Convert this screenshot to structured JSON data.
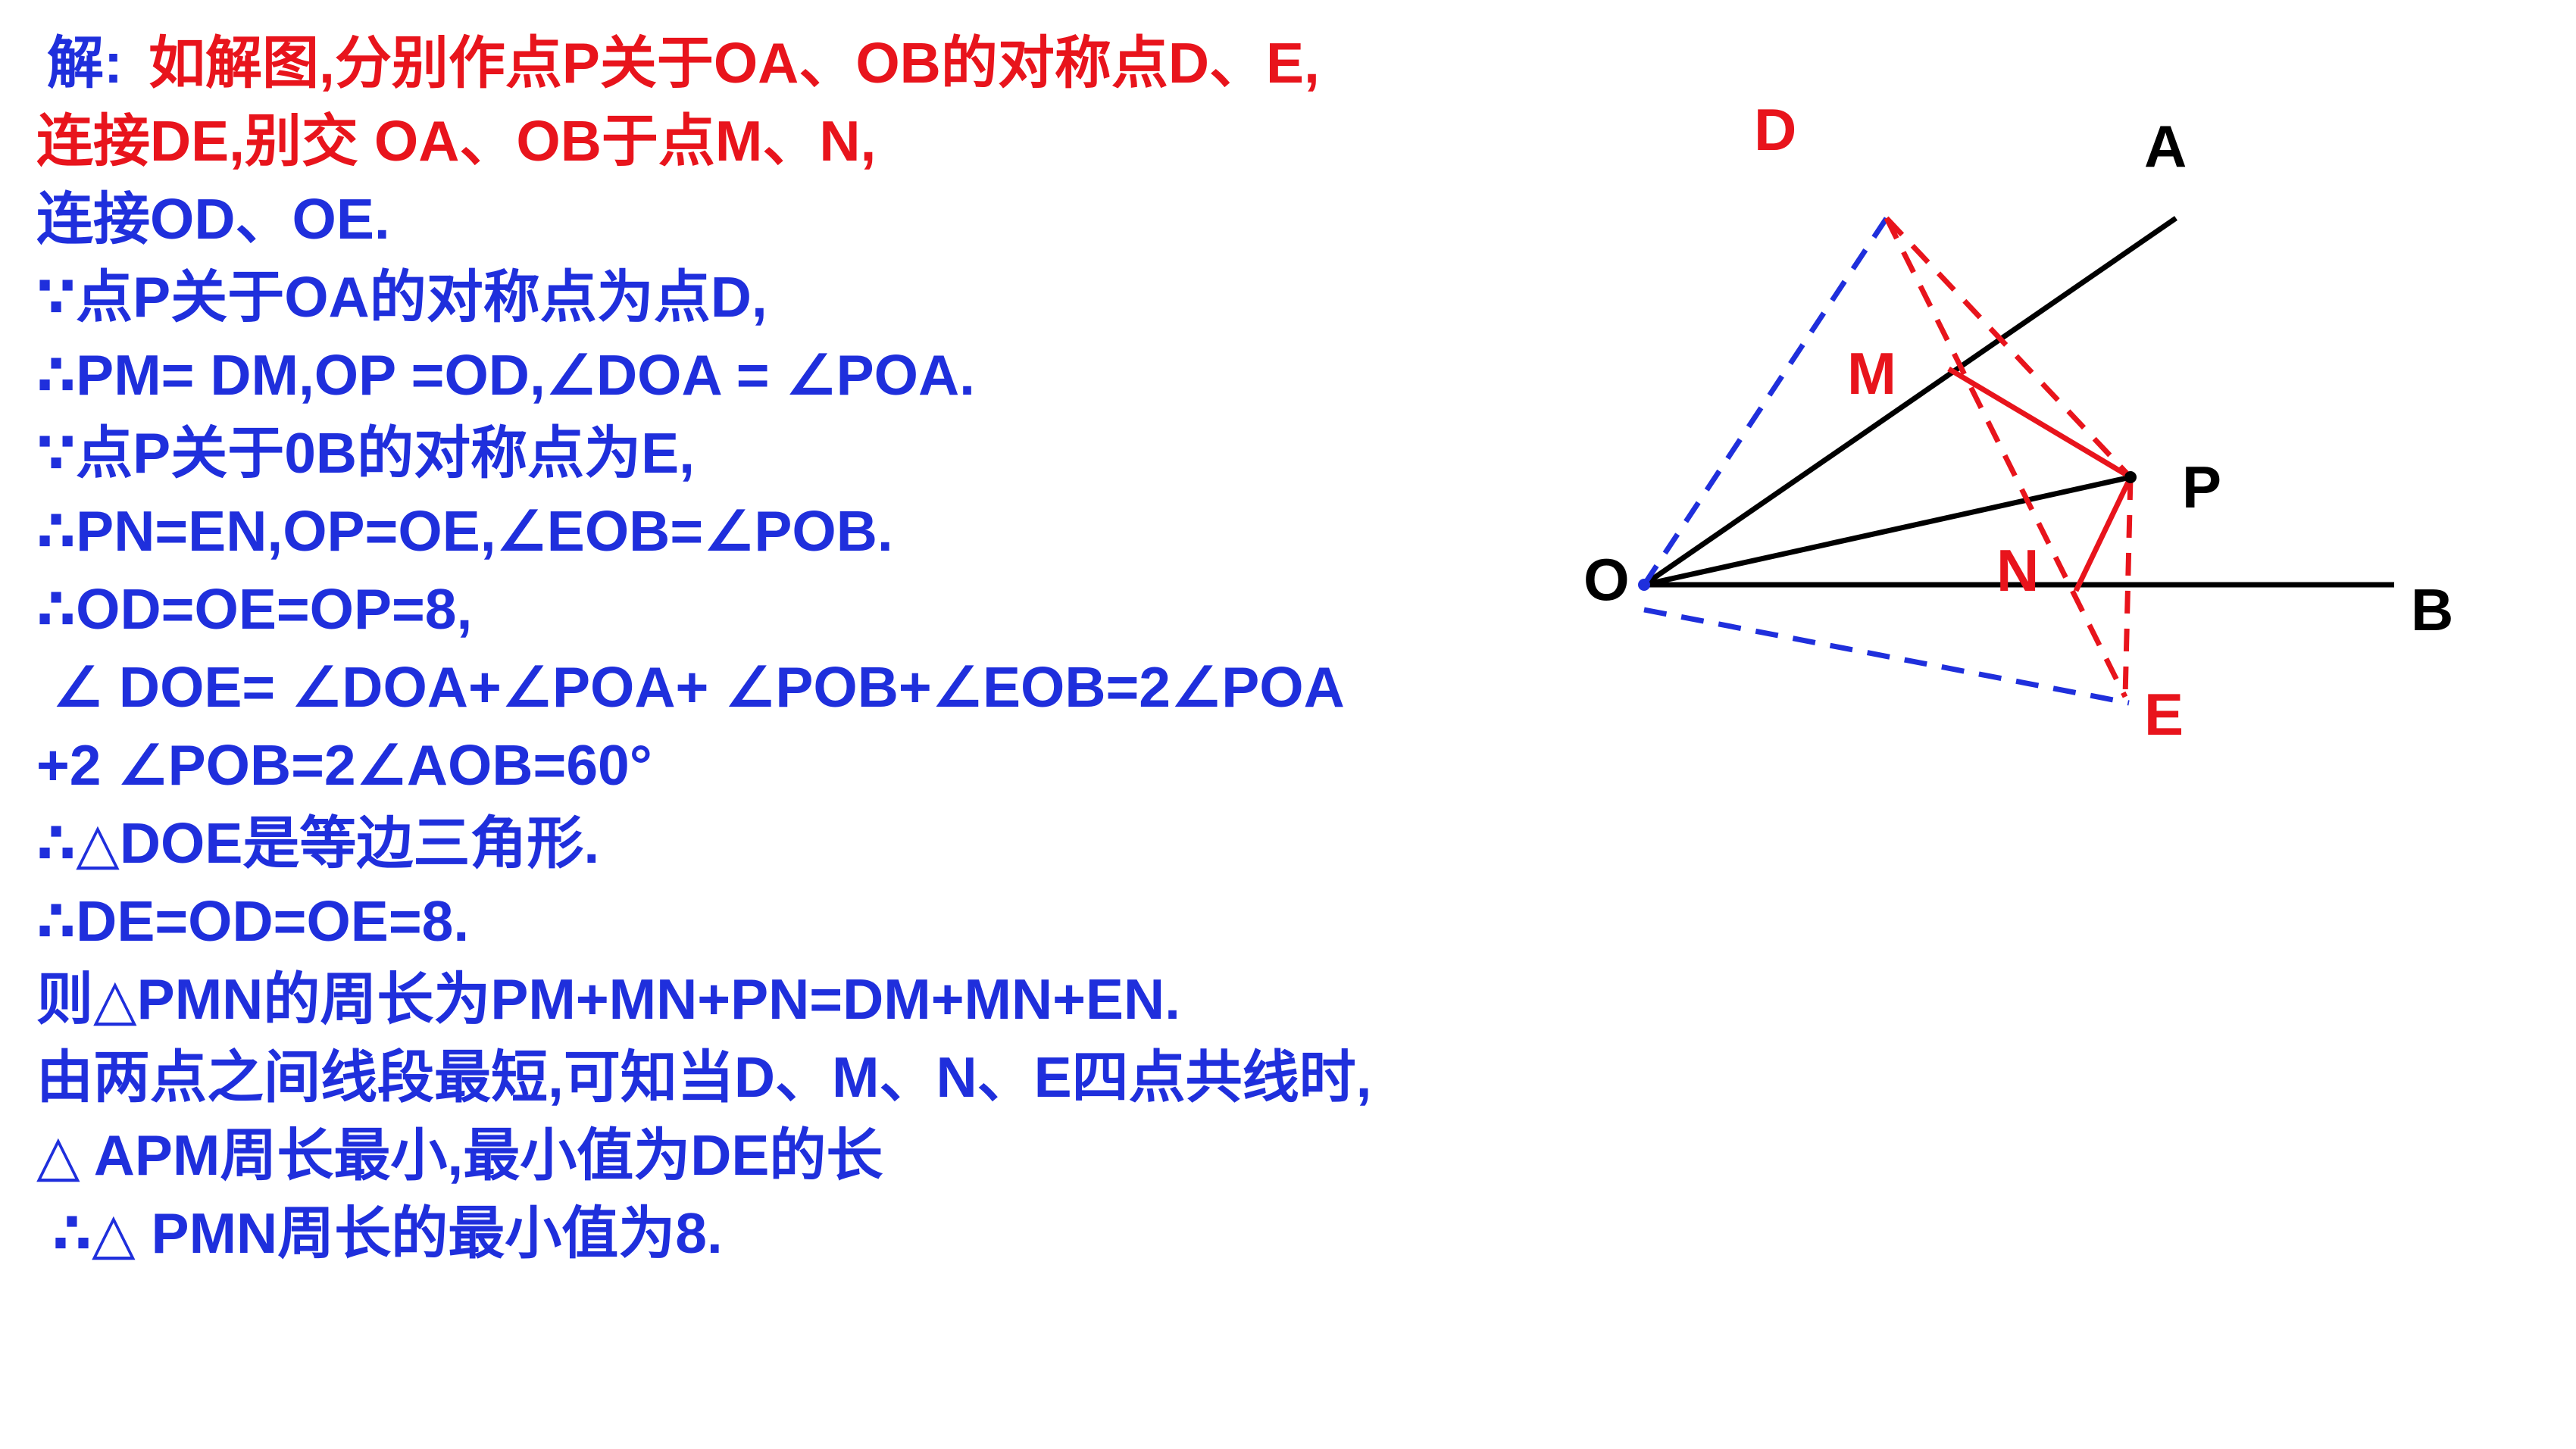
{
  "solution": {
    "label": "解:",
    "lines": [
      "如解图,分别作点P关于OA、OB的对称点D、E,",
      "连接DE,别交 OA、OB于点M、N,",
      "连接OD、OE.",
      "∵点P关于OA的对称点为点D,",
      "∴PM= DM,OP =OD,∠DOA = ∠POA.",
      "∵点P关于0B的对称点为E,",
      "∴PN=EN,OP=OE,∠EOB=∠POB.",
      "∴OD=OE=OP=8,",
      " ∠ DOE= ∠DOA+∠POA+ ∠POB+∠EOB=2∠POA",
      "+2 ∠POB=2∠AOB=60°",
      "∴△DOE是等边三角形.",
      "∴DE=OD=OE=8.",
      "则△PMN的周长为PM+MN+PN=DM+MN+EN.",
      "由两点之间线段最短,可知当D、M、N、E四点共线时,",
      "△ APM周长最小,最小值为DE的长",
      " ∴△ PMN周长的最小值为8."
    ]
  },
  "figure": {
    "points": {
      "O": "O",
      "A": "A",
      "B": "B",
      "P": "P",
      "D": "D",
      "E": "E",
      "M": "M",
      "N": "N"
    },
    "colors": {
      "black": "#000000",
      "red": "#e8141c",
      "blue": "#1f2fdc"
    }
  }
}
